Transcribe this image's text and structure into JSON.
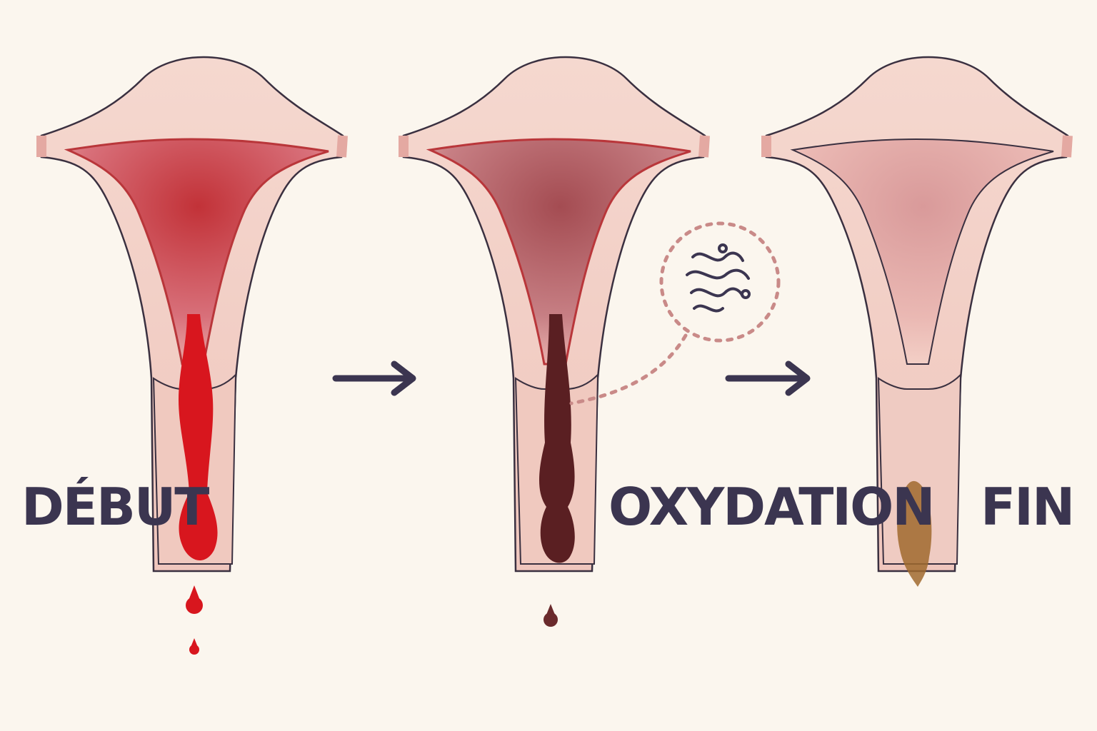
{
  "stages": [
    {
      "id": "debut",
      "label": "DÉBUT",
      "fluid_color": "#d8161e"
    },
    {
      "id": "oxydation",
      "label": "OXYDATION",
      "fluid_color": "#5a1f22"
    },
    {
      "id": "fin",
      "label": "FIN",
      "fluid_color": "#a06a2e"
    }
  ],
  "colors": {
    "background": "#fbf6ee",
    "label_text": "#3b3550",
    "arrow": "#3b3550",
    "tissue": "#f3cfc6",
    "tissue_dark": "#e4a9a2",
    "outline": "#3a3040",
    "cavity_wall": "#b9363a",
    "dotted_circle": "#c98a88"
  },
  "icons": {
    "arrow_1": "right-arrow-icon",
    "arrow_2": "right-arrow-icon",
    "oxidation": "air-waves-icon"
  }
}
